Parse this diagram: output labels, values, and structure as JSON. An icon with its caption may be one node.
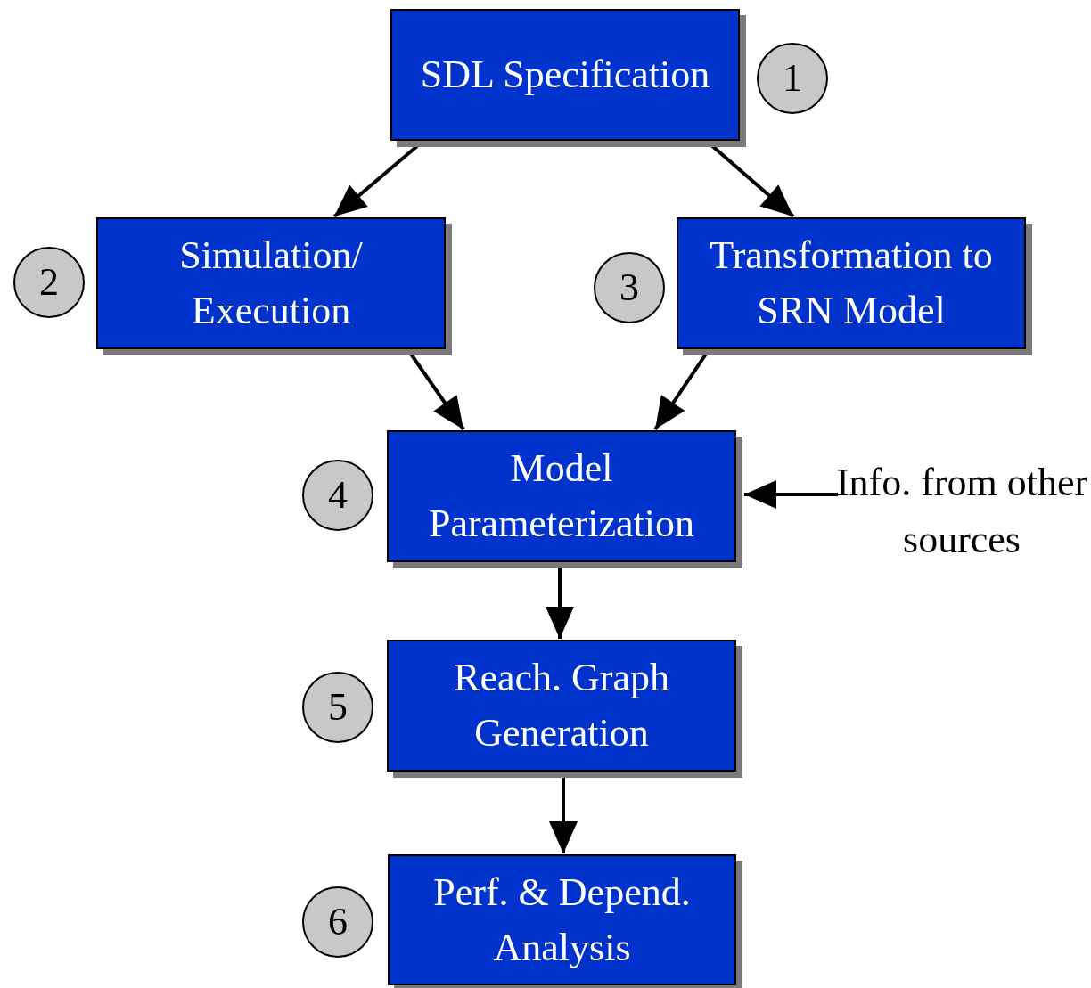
{
  "diagram": {
    "nodes": [
      {
        "text": [
          "SDL Specification"
        ]
      },
      {
        "text": [
          "Simulation/ Execution"
        ]
      },
      {
        "text": [
          "Transformation to SRN Model"
        ]
      },
      {
        "text": [
          "Model Parameterization"
        ]
      },
      {
        "text": [
          "Reach. Graph Generation"
        ]
      },
      {
        "text": [
          "Perf. & Depend. Analysis"
        ]
      },
      {
        "text": [
          "Info. from other sources"
        ]
      },
      {
        "text": [
          "1"
        ]
      },
      {
        "text": [
          "2"
        ]
      },
      {
        "text": [
          "3"
        ]
      },
      {
        "text": [
          "4"
        ]
      },
      {
        "text": [
          "5"
        ]
      },
      {
        "text": [
          "6"
        ]
      }
    ],
    "edges": [
      {
        "from": 0,
        "to": 1,
        "arrow": "to"
      },
      {
        "from": 0,
        "to": 2,
        "arrow": "to"
      },
      {
        "from": 1,
        "to": 3,
        "arrow": "to"
      },
      {
        "from": 2,
        "to": 3,
        "arrow": "to"
      },
      {
        "from": 6,
        "to": 3,
        "arrow": "to"
      },
      {
        "from": 3,
        "to": 4,
        "arrow": "to"
      },
      {
        "from": 4,
        "to": 5,
        "arrow": "to"
      }
    ]
  }
}
